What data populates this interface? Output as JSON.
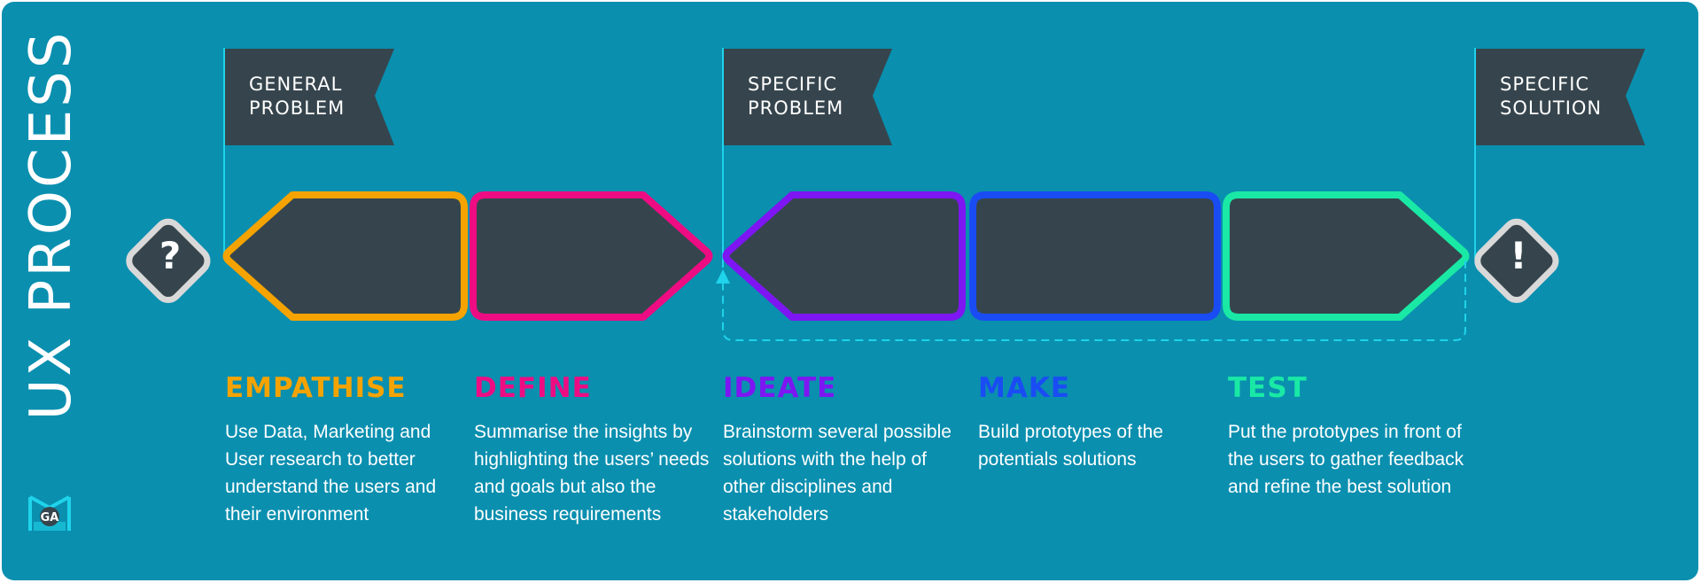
{
  "title": "UX PROCESS",
  "flags": [
    {
      "label": "GENERAL\nPROBLEM"
    },
    {
      "label": "SPECIFIC\nPROBLEM"
    },
    {
      "label": "SPECIFIC\nSOLUTION"
    }
  ],
  "start_icon": {
    "name": "question-icon",
    "glyph": "?"
  },
  "end_icon": {
    "name": "exclamation-icon",
    "glyph": "!"
  },
  "stages": [
    {
      "title": "EMPATHISE",
      "color": "#f5a300",
      "description": "Use Data, Marketing and User research to better understand the users and their environment"
    },
    {
      "title": "DEFINE",
      "color": "#ee0c83",
      "description": "Summarise the insights by highlighting the users’ needs and goals but also the business requirements"
    },
    {
      "title": "IDEATE",
      "color": "#7d16f2",
      "description": "Brainstorm several possible solutions with the help of other disciplines and stakeholders"
    },
    {
      "title": "MAKE",
      "color": "#1a4cf4",
      "description": "Build prototypes of the potentials solutions"
    },
    {
      "title": "TEST",
      "color": "#19e9a5",
      "description": "Put the prototypes in front of the users to gather feedback and refine the best solution"
    }
  ],
  "colors": {
    "background": "#0a8faf",
    "shape_fill": "#36454d",
    "flag_fill": "#36454d",
    "line": "#1fd3ea",
    "icon_border": "#d9d9d9"
  },
  "logo_text": "GA"
}
